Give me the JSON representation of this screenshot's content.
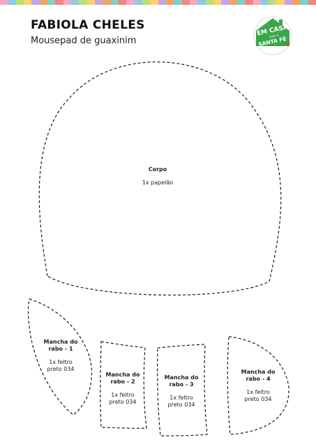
{
  "header": {
    "title": "FABIOLA CHELES",
    "subtitle": "Mousepad de guaxinim"
  },
  "logo": {
    "line1": "EM CASA",
    "line2": "com a",
    "line3": "SANTA FÉ",
    "color": "#3aa64a"
  },
  "stripe_colors": [
    "#f7a9c4",
    "#8ecae6",
    "#b7e07a",
    "#ffd166",
    "#c3a6e8",
    "#f4a261",
    "#7fd1c7",
    "#f28482"
  ],
  "pieces": {
    "corpo": {
      "name": "Corpo",
      "note": "1x papelão"
    },
    "rabo1": {
      "name_line1": "Mancha do",
      "name_line2": "rabo - 1",
      "note_line1": "1x feltro",
      "note_line2": "preto 034"
    },
    "rabo2": {
      "name_line1": "Mancha do",
      "name_line2": "rabo - 2",
      "note_line1": "1x feltro",
      "note_line2": "preto 034"
    },
    "rabo3": {
      "name_line1": "Mancha do",
      "name_line2": "rabo - 3",
      "note_line1": "1x feltro",
      "note_line2": "preto 034"
    },
    "rabo4": {
      "name_line1": "Mancha do",
      "name_line2": "rabo - 4",
      "note_line1": "1x feltro",
      "note_line2": "preto 034"
    }
  }
}
